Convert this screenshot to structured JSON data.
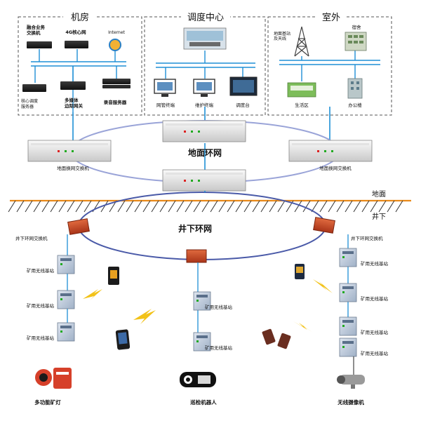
{
  "sections": {
    "machine_room": "机房",
    "dispatch_center": "调度中心",
    "outdoor": "室外"
  },
  "machine_room": {
    "converged_switch": "融合业务\n交换机",
    "core_4g": "4G核心网",
    "internet": "Internet",
    "dispatch_server": "核心调度\n服务器",
    "multimedia_gateway": "多媒体\n边际网关",
    "recording_server": "录音服务器"
  },
  "dispatch_center": {
    "nms_terminal": "网管终端",
    "maint_terminal": "维护终端",
    "dispatch_console": "调度台"
  },
  "outdoor": {
    "ground_bs": "地面基站\n及天线",
    "dormitory": "宿舍",
    "living_area": "生活区",
    "office": "办公楼"
  },
  "network": {
    "ground_ring": "地面环网",
    "ground_switch_left": "地面换网交换机",
    "ground_switch_right": "地面换网交换机",
    "ground_label": "地面",
    "underground_label": "井下",
    "underground_ring": "井下环网",
    "ug_switch_left": "井下环网交换机",
    "ug_switch_right": "井下环网交换机"
  },
  "base_stations": {
    "left": [
      "矿用无线基站",
      "矿用无线基站",
      "矿用无线基站"
    ],
    "center": [
      "矿用无线基站",
      "矿用无线基站"
    ],
    "right": [
      "矿用无线基站",
      "矿用无线基站",
      "矿用无线基站",
      "矿用无线基站"
    ]
  },
  "devices": {
    "lamp": "多功能矿灯",
    "robot": "巡检机器人",
    "camera": "无线摄像机"
  },
  "icons": [
    "server-icon",
    "globe-icon",
    "monitor-icon",
    "tower-icon",
    "building-icon",
    "phone-icon",
    "lightning-icon",
    "junction-box-icon",
    "cabinet-icon"
  ],
  "colors": {
    "link": "#1e8fd6",
    "ring": "#9aa4d8",
    "ground": "#e98a1a",
    "junction": "#c8462a",
    "lightning": "#f2c218"
  }
}
